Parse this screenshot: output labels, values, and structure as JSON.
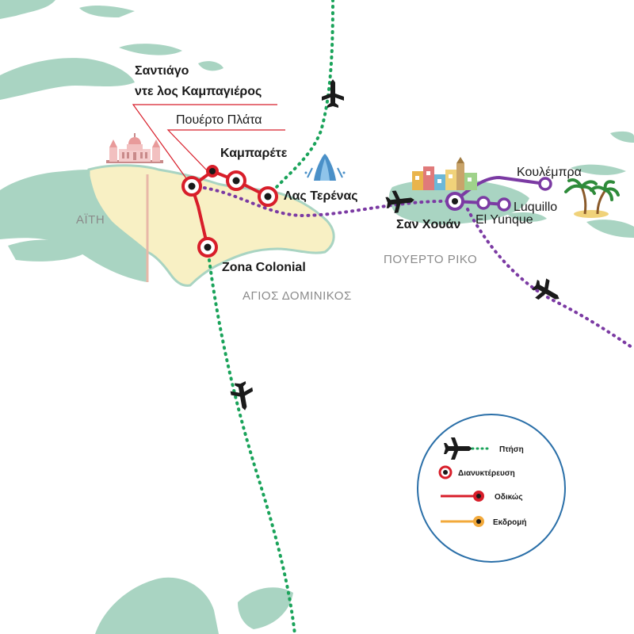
{
  "colors": {
    "sea": "#ffffff",
    "island": "#a9d4c2",
    "main_island": "#f8f0c4",
    "flight": "#1aa35a",
    "cruise": "#7b3aa3",
    "road": "#d81e2a",
    "excursion": "#f2a93b",
    "legend_border": "#2a6fa8"
  },
  "labels": {
    "santiago_line1": "Σαντιάγο",
    "santiago_line2": "ντε λος Καμπαγιέρος",
    "puerto_plata": "Πουέρτο Πλάτα",
    "cabarete": "Καμπαρέτε",
    "las_terrenas": "Λας Τερένας",
    "zona_colonial": "Zona Colonial",
    "san_juan": "Σαν Χουάν",
    "culebra": "Κουλέμπρα",
    "luquillo": "Luquillo",
    "el_yunque": "El Yunque"
  },
  "countries": {
    "haiti": "ΑΪΤΗ",
    "dominican_republic": "ΑΓΙΟΣ ΔΟΜΙΝΙΚΟΣ",
    "puerto_rico": "ΠΟΥΕΡΤΟ ΡΙΚΟ"
  },
  "legend": {
    "flight": "Πτήση",
    "overnight": "Διανυκτέρευση",
    "road": "Οδικώς",
    "excursion": "Εκδρομή"
  },
  "icons": [
    "airplane-icon",
    "cathedral-icon",
    "fountain-icon",
    "colonial-houses-icon",
    "palm-trees-icon"
  ]
}
